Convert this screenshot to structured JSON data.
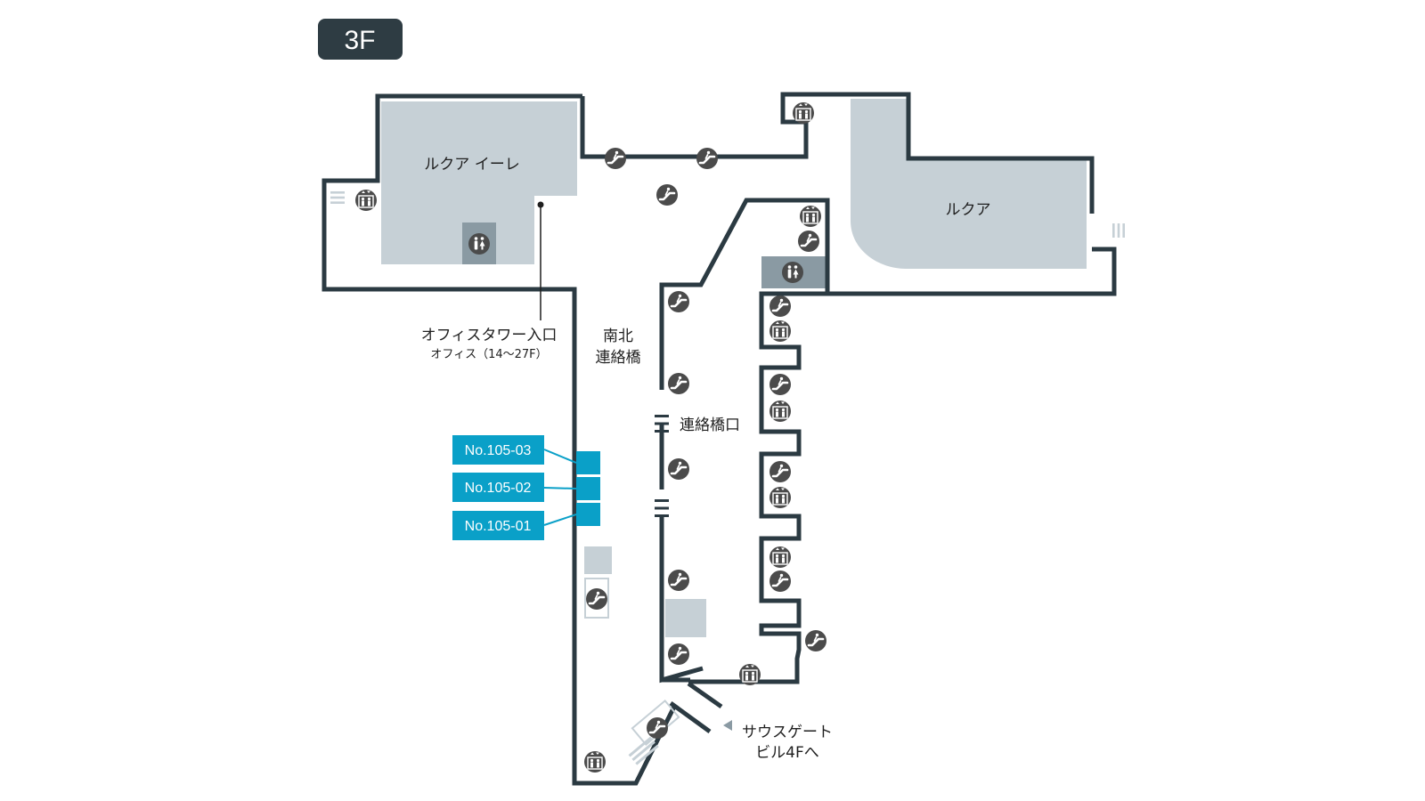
{
  "floor": "3F",
  "areas": {
    "lucua_1100": "ルクア イーレ",
    "lucua": "ルクア",
    "office_entrance": "オフィスタワー入口",
    "office_floors": "オフィス（14～27F）",
    "bridge_line1": "南北",
    "bridge_line2": "連絡橋",
    "bridge_gate": "連絡橋口",
    "south_gate_line1": "サウスゲート",
    "south_gate_line2": "ビル4Fへ"
  },
  "locations": [
    {
      "id": "No.105-03"
    },
    {
      "id": "No.105-02"
    },
    {
      "id": "No.105-01"
    }
  ],
  "colors": {
    "wall": "#2b3a42",
    "building": "#c6d0d6",
    "restroom_block": "#8a9aa3",
    "icon": "#4b4b4b",
    "location": "#0aa0c8",
    "floor_badge": "#2e3c43"
  },
  "icons": {
    "elevator": "elevator-icon",
    "escalator": "escalator-icon",
    "restroom": "restroom-icon",
    "stairs": "stairs-icon"
  }
}
